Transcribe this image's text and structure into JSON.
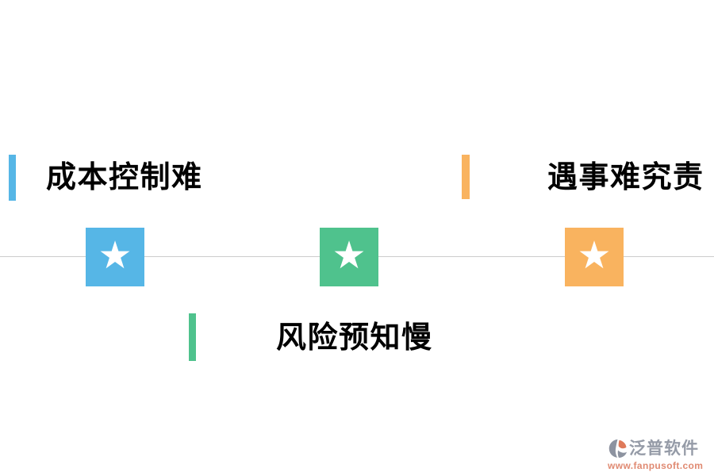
{
  "page": {
    "background": "#ffffff",
    "divider_color": "#cccccc"
  },
  "timeline": {
    "star_glyph": "★",
    "milestones": [
      {
        "label": "成本控制难",
        "color": "#56b6e6"
      },
      {
        "label": "风险预知慢",
        "color": "#4fc28d"
      },
      {
        "label": "遇事难究责",
        "color": "#f9b35f"
      }
    ]
  },
  "watermark": {
    "brand": "泛普软件",
    "url": "www.fanpusoft.com",
    "brand_color": "#959ba7",
    "url_color": "#e08a72",
    "logo_gray": "#8d93a0",
    "logo_orange": "#df7a5a"
  }
}
